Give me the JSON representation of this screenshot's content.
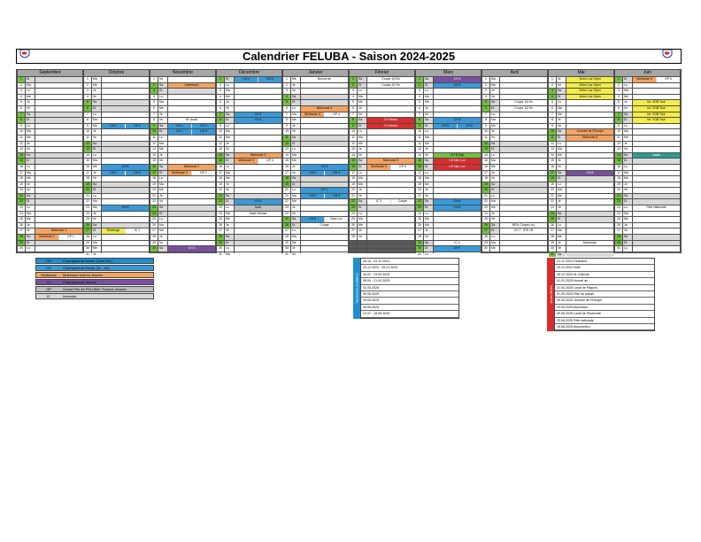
{
  "title": "Calendrier FELUBA - Saison 2024-2025",
  "logos": {
    "left_icon": "feluba-logo",
    "right_icon": "feluba-logo"
  },
  "colors": {
    "frame": "#4d4d4d",
    "header": "#a6a6a6",
    "weekend_green": "#76c043",
    "blue": "#1f8fd0",
    "orange": "#f4a460",
    "purple": "#7b4fa0",
    "red": "#d92d2d",
    "yellow": "#f3ec4a"
  },
  "months": [
    {
      "name": "Septembre",
      "days": [
        "1 Di",
        "2 Ma",
        "3 Lu",
        "4 Me",
        "5 Je",
        "6 Ve",
        "7 Sa",
        "8 Di",
        "9 Lu",
        "10 Ma",
        "11 Me",
        "12 Je",
        "13 Ve",
        "14 Sa",
        "15 Di",
        "16 Lu",
        "17 Ma",
        "18 Me",
        "19 Je",
        "20 Ve",
        "21 Sa",
        "22 Di",
        "23 Lu",
        "24 Ma",
        "25 Me",
        "26 Je",
        "27 Ve",
        "28 Sa",
        "29 Di",
        "30 Lu",
        ""
      ]
    },
    {
      "name": "Octobre",
      "days": [
        "1 Ma",
        "2 Me",
        "3 Je",
        "4 Ve",
        "5 Sa",
        "6 Di",
        "7 Lu",
        "8 Ma",
        "9 Me",
        "10 Je",
        "11 Ve",
        "12 Sa",
        "13 Di",
        "14 Lu",
        "15 Ma",
        "16 Me",
        "17 Je",
        "18 Ve",
        "19 Sa",
        "20 Di",
        "21 Lu",
        "22 Ma",
        "23 Me",
        "24 Je",
        "25 Ve",
        "26 Sa",
        "27 Di",
        "28 Lu",
        "29 Ma",
        "30 Me",
        "31 Je"
      ]
    },
    {
      "name": "Novembre",
      "days": [
        "1 Ve",
        "2 Sa",
        "3 Di",
        "4 Lu",
        "5 Ma",
        "6 Me",
        "7 Je",
        "8 Ve",
        "9 Sa",
        "10 Di",
        "11 Lu",
        "12 Ma",
        "13 Me",
        "14 Je",
        "15 Ve",
        "16 Sa",
        "17 Di",
        "18 Lu",
        "19 Ma",
        "20 Me",
        "21 Je",
        "22 Ve",
        "23 Sa",
        "24 Di",
        "25 Lu",
        "26 Ma",
        "27 Me",
        "28 Je",
        "29 Ve",
        "30 Sa",
        ""
      ]
    },
    {
      "name": "Décembre",
      "days": [
        "1 Di",
        "2 Lu",
        "3 Ma",
        "4 Me",
        "5 Je",
        "6 Ve",
        "7 Sa",
        "8 Di",
        "9 Lu",
        "10 Ma",
        "11 Me",
        "12 Je",
        "13 Ve",
        "14 Sa",
        "15 Di",
        "16 Lu",
        "17 Ma",
        "18 Me",
        "19 Je",
        "20 Ve",
        "21 Sa",
        "22 Di",
        "23 Lu",
        "24 Ma",
        "25 Me",
        "26 Je",
        "27 Ve",
        "28 Sa",
        "29 Di",
        "30 Lu",
        "31 Ma"
      ]
    },
    {
      "name": "Janvier",
      "days": [
        "1 Me",
        "2 Je",
        "3 Ve",
        "4 Sa",
        "5 Di",
        "6 Lu",
        "7 Ma",
        "8 Me",
        "9 Je",
        "10 Ve",
        "11 Sa",
        "12 Di",
        "13 Lu",
        "14 Ma",
        "15 Me",
        "16 Je",
        "17 Ve",
        "18 Sa",
        "19 Di",
        "20 Lu",
        "21 Ma",
        "22 Me",
        "23 Je",
        "24 Ve",
        "25 Sa",
        "26 Di",
        "27 Lu",
        "28 Ma",
        "29 Me",
        "30 Je",
        "31 Ve"
      ]
    },
    {
      "name": "Février",
      "days": [
        "1 Sa",
        "2 Di",
        "3 Lu",
        "4 Ma",
        "5 Me",
        "6 Je",
        "7 Ve",
        "8 Sa",
        "9 Di",
        "10 Lu",
        "11 Ma",
        "12 Me",
        "13 Je",
        "14 Ve",
        "15 Sa",
        "16 Di",
        "17 Lu",
        "18 Ma",
        "19 Me",
        "20 Je",
        "21 Ve",
        "22 Sa",
        "23 Di",
        "24 Lu",
        "25 Ma",
        "26 Me",
        "27 Je",
        "28 Ve",
        "",
        "",
        " "
      ]
    },
    {
      "name": "Mars",
      "days": [
        "1 Sa",
        "2 Di",
        "3 Lu",
        "4 Ma",
        "5 Me",
        "6 Je",
        "7 Ve",
        "8 Sa",
        "9 Di",
        "10 Lu",
        "11 Ma",
        "12 Me",
        "13 Je",
        "14 Ve",
        "15 Sa",
        "16 Di",
        "17 Lu",
        "18 Ma",
        "19 Me",
        "20 Je",
        "21 Ve",
        "22 Sa",
        "23 Di",
        "24 Lu",
        "25 Ma",
        "26 Me",
        "27 Je",
        "28 Ve",
        "29 Sa",
        "30 Di",
        "31 Lu"
      ]
    },
    {
      "name": "Avril",
      "days": [
        "1 Ma",
        "2 Me",
        "3 Je",
        "4 Ve",
        "5 Sa",
        "6 Di",
        "7 Lu",
        "8 Ma",
        "9 Me",
        "10 Je",
        "11 Ve",
        "12 Sa",
        "13 Di",
        "14 Lu",
        "15 Ma",
        "16 Me",
        "17 Je",
        "18 Ve",
        "19 Sa",
        "20 Di",
        "21 Lu",
        "22 Ma",
        "23 Me",
        "24 Je",
        "25 Ve",
        "26 Sa",
        "27 Di",
        "28 Lu",
        "29 Ma",
        "30 Me",
        ""
      ]
    },
    {
      "name": "Mai",
      "days": [
        "1 Je",
        "2 Ve",
        "3 Sa",
        "4 Di",
        "5 Lu",
        "6 Ma",
        "7 Me",
        "8 Je",
        "9 Ve",
        "10 Sa",
        "11 Di",
        "12 Lu",
        "13 Ma",
        "14 Me",
        "15 Je",
        "16 Ve",
        "17 Sa",
        "18 Di",
        "19 Lu",
        "20 Ma",
        "21 Me",
        "22 Je",
        "23 Ve",
        "24 Sa",
        "25 Di",
        "26 Lu",
        "27 Ma",
        "28 Me",
        "29 Je",
        "30 Ve",
        "31 Sa"
      ]
    },
    {
      "name": "Juin",
      "days": [
        "1 Di",
        "2 Lu",
        "3 Ma",
        "4 Me",
        "5 Je",
        "6 Ve",
        "7 Sa",
        "8 Di",
        "9 Lu",
        "10 Ma",
        "11 Me",
        "12 Je",
        "13 Ve",
        "14 Sa",
        "15 Di",
        "16 Lu",
        "17 Ma",
        "18 Me",
        "19 Je",
        "20 Ve",
        "21 Sa",
        "22 Di",
        "23 Lu",
        "24 Ma",
        "25 Me",
        "26 Je",
        "27 Ve",
        "28 Sa",
        "29 Di",
        "30 Lu",
        ""
      ]
    }
  ],
  "events": {
    "Octobre": {
      "9": [
        [
          "CH 1",
          "c-ch1"
        ],
        [
          "CH 2",
          "c-ch1"
        ]
      ],
      "16": [
        [
          "CH 3",
          "c-ch1"
        ]
      ],
      "17": [
        [
          "CH 1",
          "c-ch1"
        ],
        [
          "CH 4",
          "c-ch1"
        ]
      ],
      "23": [
        [
          "CH 2",
          "c-ch1"
        ]
      ],
      "27": [
        [
          "Woelrage",
          "c-yellow"
        ],
        [
          "IC 1",
          "c-ch"
        ]
      ]
    },
    "Septembre": {
      "27": [
        [
          "Mulhouse 1",
          "c-orange"
        ]
      ],
      "28": [
        [
          "Mulhouse 1",
          "c-orange"
        ],
        [
          "GP 1",
          "c-ch"
        ]
      ]
    },
    "Novembre": {
      "2": [
        [
          "Lutterbach",
          "c-orange"
        ]
      ],
      "9": [
        [
          "CH 1",
          "c-ch1"
        ],
        [
          "CH 2",
          "c-ch1"
        ]
      ],
      "10": [
        [
          "CH 1",
          "c-ch1"
        ],
        [
          "CH 3",
          "c-ch1"
        ]
      ],
      "8": [
        [
          "St. Avold",
          "c-ch"
        ]
      ],
      "16": [
        [
          "Mulhouse 2",
          "c-orange"
        ]
      ],
      "17": [
        [
          "Mulhouse 2",
          "c-orange"
        ],
        [
          "GP 2",
          "c-ch"
        ]
      ],
      "30": [
        [
          "CH 3",
          "c-purple"
        ]
      ]
    },
    "Décembre": {
      "1": [
        [
          "CH 1",
          "c-ch1"
        ],
        [
          "CH 2",
          "c-ch1"
        ]
      ],
      "7": [
        [
          "CH 2",
          "c-ch1"
        ]
      ],
      "14": [
        [
          "Mulhouse 3",
          "c-orange"
        ]
      ],
      "15": [
        [
          "Mulhouse 3",
          "c-orange"
        ],
        [
          "GP 3",
          "c-ch"
        ]
      ],
      "8": [
        [
          "CH 4",
          "c-ch1"
        ]
      ],
      "22": [
        [
          "CH 4",
          "c-ch1"
        ]
      ],
      "23": [
        [
          "Noel",
          "c-grey"
        ]
      ],
      "24": [
        [
          "Saint Nicolas",
          "c-ch"
        ]
      ]
    },
    "Janvier": {
      "1": [
        [
          "Nouvel an",
          "c-ch"
        ]
      ],
      "6": [
        [
          "Mulhouse 4",
          "c-orange"
        ]
      ],
      "7": [
        [
          "Mulhouse 4",
          "c-orange"
        ],
        [
          "GP 4",
          "c-ch"
        ]
      ],
      "16": [
        [
          "CH 3",
          "c-ch1"
        ]
      ],
      "17": [
        [
          "CH 2",
          "c-ch1"
        ],
        [
          "CH 4",
          "c-ch1"
        ]
      ],
      "25": [
        [
          "CH 5",
          "c-ch1"
        ],
        [
          "Gare Lux",
          "c-ch"
        ]
      ],
      "26": [
        [
          "Coupe",
          "c-ch"
        ]
      ],
      "20": [
        [
          "CH 1",
          "c-ch1"
        ]
      ],
      "21": [
        [
          "CH 2",
          "c-ch1"
        ],
        [
          "CH 3",
          "c-ch1"
        ]
      ]
    },
    "Février": {
      "1": [
        [
          "Coupe 1/4 fin",
          "c-ch"
        ]
      ],
      "2": [
        [
          "Coupe 1/2 fin",
          "c-ch"
        ]
      ],
      "8": [
        [
          "CH Senior",
          "c-red"
        ]
      ],
      "9": [
        [
          "CH Senior",
          "c-red"
        ]
      ],
      "15": [
        [
          "Mulhouse 5",
          "c-orange"
        ]
      ],
      "16": [
        [
          "Mulhouse 5",
          "c-orange"
        ],
        [
          "GP 5",
          "c-ch"
        ]
      ],
      "22": [
        [
          "IC 2",
          "c-ch"
        ],
        [
          "Coupe",
          "c-ch"
        ]
      ]
    },
    "Mars": {
      "1": [
        [
          "CH 4",
          "c-purple"
        ]
      ],
      "2": [
        [
          "CH 5",
          "c-ch1"
        ]
      ],
      "8": [
        [
          "CH 5",
          "c-ch1"
        ]
      ],
      "9": [
        [
          "CH 5",
          "c-ch1"
        ],
        [
          "CH 6",
          "c-ch1"
        ]
      ],
      "14": [
        [
          "CH B Dejt",
          "c-green"
        ]
      ],
      "15": [
        [
          "CH Nat. Lux",
          "c-red"
        ]
      ],
      "16": [
        [
          "CH Nat. Lux",
          "c-red"
        ]
      ],
      "22": [
        [
          "CH 6",
          "c-ch1"
        ]
      ],
      "23": [
        [
          "CH 6",
          "c-ch1"
        ]
      ],
      "29": [
        [
          "IC 4",
          "c-ch"
        ]
      ],
      "30": [
        [
          "CH 7",
          "c-ch1"
        ]
      ]
    },
    "Avril": {
      "5": [
        [
          "Coupe 1/4 fin",
          "c-ch"
        ]
      ],
      "6": [
        [
          "Coupe 1/2 fin",
          "c-ch"
        ]
      ],
      "26": [
        [
          "BRIL Coupe Lux",
          "c-ch"
        ]
      ],
      "27": [
        [
          "CH 7 - IPK LR",
          "c-ch"
        ]
      ]
    },
    "Mai": {
      "1": [
        [
          "Victor Lux Open",
          "c-yellow"
        ]
      ],
      "2": [
        [
          "Victor Lux Open",
          "c-yellow"
        ]
      ],
      "3": [
        [
          "Victor Lux Open",
          "c-yellow"
        ]
      ],
      "4": [
        [
          "Victor Lux Open",
          "c-yellow"
        ]
      ],
      "10": [
        [
          "Journee de l'Europe",
          "c-orange"
        ]
      ],
      "11": [
        [
          "Mulhouse 6",
          "c-orange"
        ]
      ],
      "17": [
        [
          "CH 8",
          "c-purple"
        ]
      ],
      "29": [
        [
          "Ascension",
          "c-ch"
        ]
      ]
    },
    "Juin": {
      "1": [
        [
          "Mulhouse 6",
          "c-orange"
        ],
        [
          "GP 6",
          "c-ch"
        ]
      ],
      "5": [
        [
          "Int. VGB Tour",
          "c-yellow"
        ]
      ],
      "6": [
        [
          "Int. VGB Tour",
          "c-yellow"
        ]
      ],
      "7": [
        [
          "Int. VGB Tour",
          "c-yellow"
        ]
      ],
      "8": [
        [
          "Int. VGB Tour",
          "c-yellow"
        ]
      ],
      "14": [
        [
          "Natali",
          "c-teal"
        ]
      ],
      "23": [
        [
          "Fete Nationale",
          "c-ch"
        ]
      ]
    }
  },
  "legend": [
    {
      "code": "CH",
      "label": "Championnat Senior (1ere Div.)",
      "color": "#1f8fd0"
    },
    {
      "code": "CH",
      "label": "Championnat Senior (2e - 4e)",
      "color": "#3a9ad9"
    },
    {
      "code": "Mulhouse",
      "label": "Mulhouse tournoi Jeunes",
      "color": "#f4a460"
    },
    {
      "code": "CJ",
      "label": "Championnat Jeunes",
      "color": "#7b4fa0"
    },
    {
      "code": "GP",
      "label": "Grand Prix de FELUBA / Tournoi Jeunes",
      "color": "#bfbfbf"
    },
    {
      "code": "IC",
      "label": "Interclub",
      "color": "#d9d9d9"
    }
  ],
  "vacances_scolaires": {
    "title": "Vacances scolaires",
    "items": [
      "26.10 - 03.11.2024",
      "23.12.2024 - 05.01.2025",
      "15.02 - 23.02.2025",
      "05.04 - 21.04.2025",
      "01.05.2025",
      "09.05.2025",
      "29.05.2025",
      "09.06.2025",
      "12.07 - 15.09.2025"
    ]
  },
  "jours_feries": {
    "title": "Jours fériés",
    "items": [
      "01.11.2024 Toussaint",
      "25.12.2024 Noël",
      "26.12.2024 St. Etienne",
      "01.01.2025 Nouvel an",
      "21.04.2025 Lundi de Pâques",
      "01.05.2025 Fête du travail",
      "09.05.2025 Journée de l'Europe",
      "29.05.2025 Ascension",
      "09.06.2025 Lundi de Pentecôte",
      "23.06.2025 Fête nationale",
      "15.08.2025 Assomption"
    ]
  }
}
